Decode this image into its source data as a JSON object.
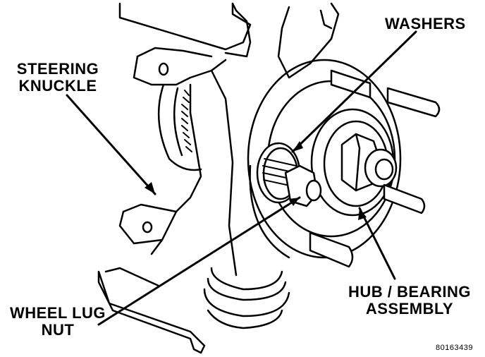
{
  "labels": {
    "washers": "WASHERS",
    "steering_knuckle": [
      "STEERING",
      "KNUCKLE"
    ],
    "hub_bearing": [
      "HUB / BEARING",
      "ASSEMBLY"
    ],
    "wheel_lug_nut": [
      "WHEEL LUG",
      "NUT"
    ]
  },
  "figure_code": "80163439",
  "colors": {
    "ink": "#000000",
    "paper": "#ffffff",
    "shade": "#bfbfbf"
  }
}
